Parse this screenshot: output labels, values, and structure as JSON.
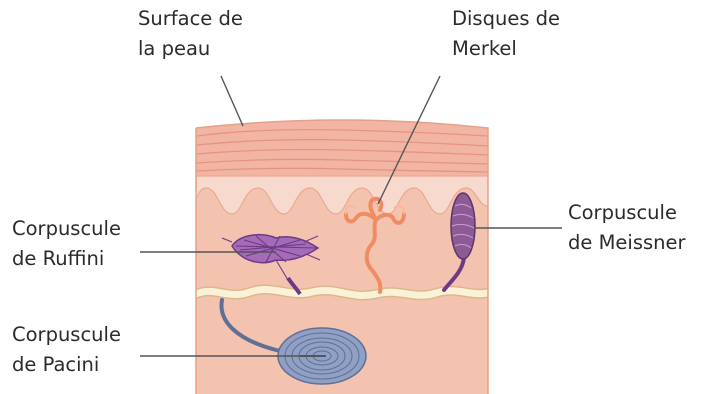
{
  "labels": {
    "surface": [
      "Surface de",
      "la peau"
    ],
    "merkel": [
      "Disques de",
      "Merkel"
    ],
    "ruffini": [
      "Corpuscule",
      "de Ruffini"
    ],
    "meissner": [
      "Corpuscule",
      "de Meissner"
    ],
    "pacini": [
      "Corpuscule",
      "de Pacini"
    ]
  },
  "colors": {
    "epidermis_outer": "#f2b5a3",
    "epidermis_stripes": "#e08d78",
    "papillary_layer": "#f8d9cd",
    "dermis": "#f4c3b0",
    "nerve": "#fbf1d6",
    "nerve_outline": "#d9b98a",
    "ruffini_fill": "#a46bb8",
    "ruffini_fibers": "#6e3a85",
    "merkel": "#f08c62",
    "meissner": "#8d5a95",
    "pacini": "#8fa0c4",
    "pacini_lines": "#5f6f96",
    "leader_line": "#555555"
  }
}
